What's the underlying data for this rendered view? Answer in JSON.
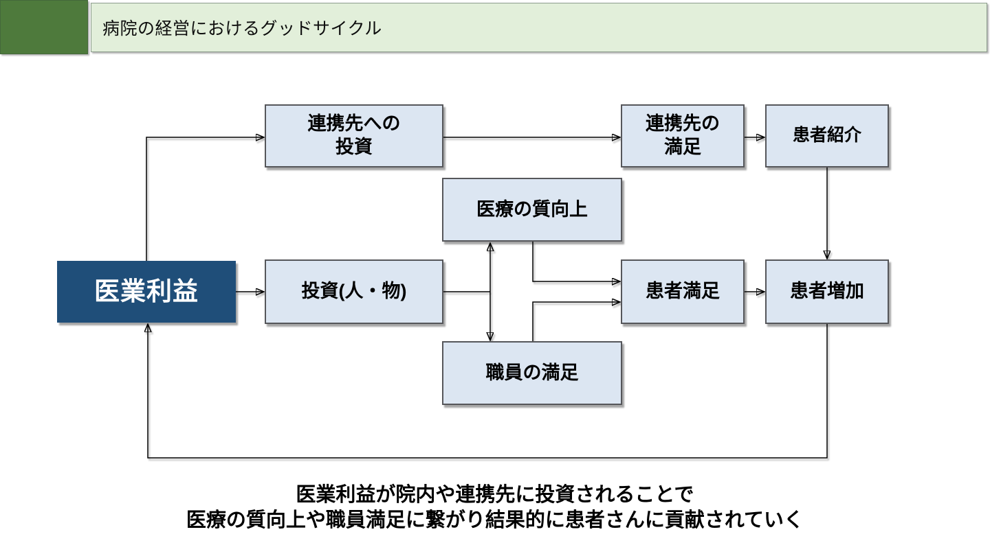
{
  "header": {
    "title": "病院の経営におけるグッドサイクル"
  },
  "colors": {
    "header_accent_green": "#4e7a3c",
    "header_bar_green": "#e2efda",
    "node_fill_blue": "#dce6f2",
    "node_border_gray": "#55565a",
    "profit_node_blue": "#1f4e79",
    "profit_node_text": "#ffffff",
    "connector_black": "#000000"
  },
  "diagram": {
    "nodes": [
      {
        "id": "partner-investment",
        "label": "連携先への\n投資"
      },
      {
        "id": "partner-satisfaction",
        "label": "連携先の\n満足"
      },
      {
        "id": "patient-referral",
        "label": "患者紹介"
      },
      {
        "id": "care-quality",
        "label": "医療の質向上"
      },
      {
        "id": "medical-profit",
        "label": "医業利益"
      },
      {
        "id": "investment",
        "label": "投資(人・物)"
      },
      {
        "id": "patient-satisfaction",
        "label": "患者満足"
      },
      {
        "id": "patient-increase",
        "label": "患者増加"
      },
      {
        "id": "staff-satisfaction",
        "label": "職員の満足"
      }
    ],
    "edges": [
      {
        "from": "medical-profit",
        "to": "partner-investment"
      },
      {
        "from": "partner-investment",
        "to": "partner-satisfaction"
      },
      {
        "from": "partner-satisfaction",
        "to": "patient-referral"
      },
      {
        "from": "patient-referral",
        "to": "patient-increase"
      },
      {
        "from": "medical-profit",
        "to": "investment"
      },
      {
        "from": "investment",
        "to": "care-quality"
      },
      {
        "from": "investment",
        "to": "staff-satisfaction"
      },
      {
        "from": "care-quality",
        "to": "patient-satisfaction"
      },
      {
        "from": "staff-satisfaction",
        "to": "patient-satisfaction"
      },
      {
        "from": "patient-satisfaction",
        "to": "patient-increase"
      },
      {
        "from": "patient-increase",
        "to": "medical-profit"
      }
    ]
  },
  "caption": {
    "line1": "医業利益が院内や連携先に投資されることで",
    "line2": "医療の質向上や職員満足に繋がり結果的に患者さんに貢献されていく"
  }
}
